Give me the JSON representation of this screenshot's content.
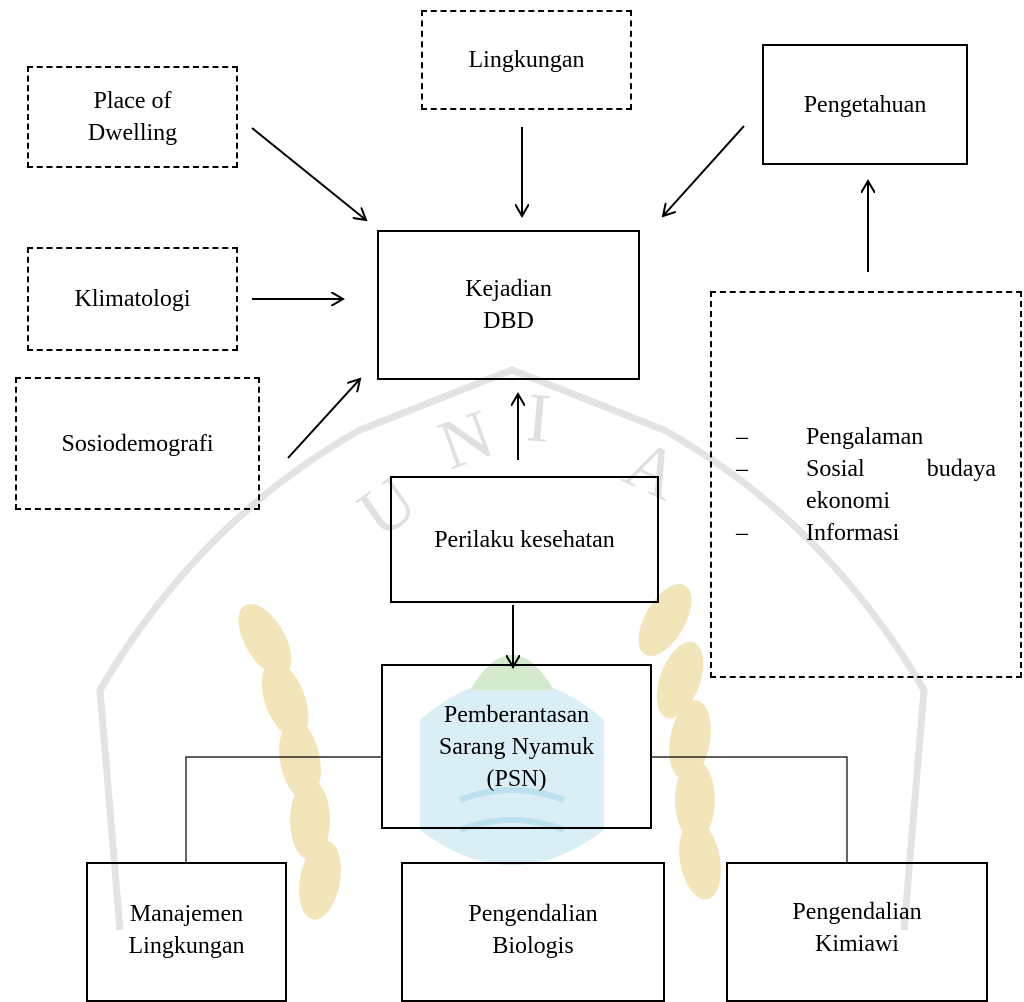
{
  "diagram": {
    "nodes": {
      "place_of_dwelling": "Place of\nDwelling",
      "lingkungan": "Lingkungan",
      "pengetahuan": "Pengetahuan",
      "klimatologi": "Klimatologi",
      "kejadian_dbd": "Kejadian\nDBD",
      "sosiodemografi": "Sosiodemografi",
      "perilaku_kesehatan": "Perilaku kesehatan",
      "psn": "Pemberantasan\nSarang Nyamuk\n(PSN)",
      "manajemen_lingkungan": "Manajemen\nLingkungan",
      "pengendalian_biologis": "Pengendalian\nBiologis",
      "pengendalian_kimiawi": "Pengendalian\nKimiawi"
    },
    "factors": {
      "dash": "–",
      "items": [
        "Pengalaman",
        "Sosial budaya ekonomi",
        "Informasi"
      ]
    },
    "colors": {
      "line": "#000000",
      "watermark": "#d9d9d9",
      "emblem_gold": "#f2e3b3",
      "emblem_blue": "#d6ecf5",
      "emblem_green": "#cfe8c8"
    }
  }
}
